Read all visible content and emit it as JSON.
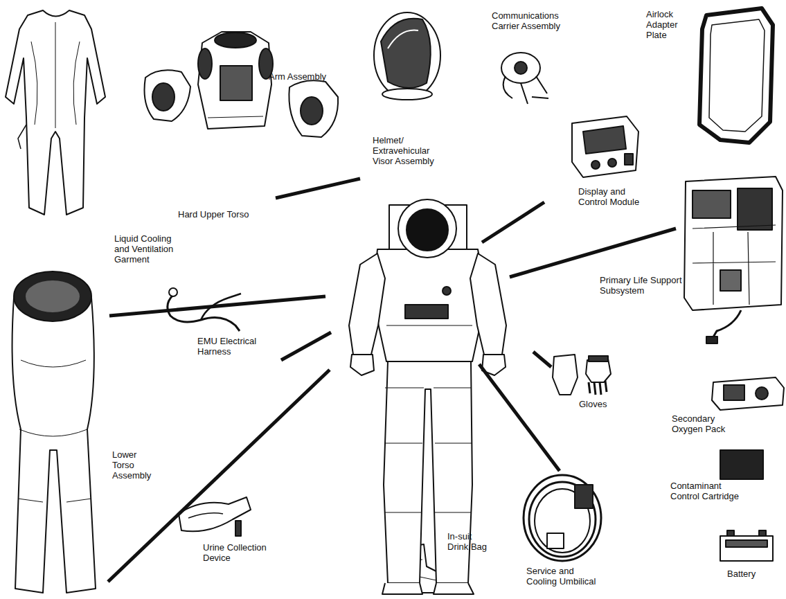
{
  "diagram": {
    "labels": [
      "Arm Assembly",
      "Communications Carrier Assembly",
      "Airlock Adapter Plate",
      "Helmet/ Extravehicular Visor Assembly",
      "Hard Upper Torso",
      "Display and Control Module",
      "Liquid Cooling and Ventilation Garment",
      "Primary Life Support Subsystem",
      "EMU Electrical Harness",
      "Gloves",
      "Secondary Oxygen Pack",
      "Lower Torso Assembly",
      "Contaminant Control Cartridge",
      "In-suit Drink Bag",
      "Urine Collection Device",
      "Service and Cooling Umbilical",
      "Battery"
    ]
  }
}
